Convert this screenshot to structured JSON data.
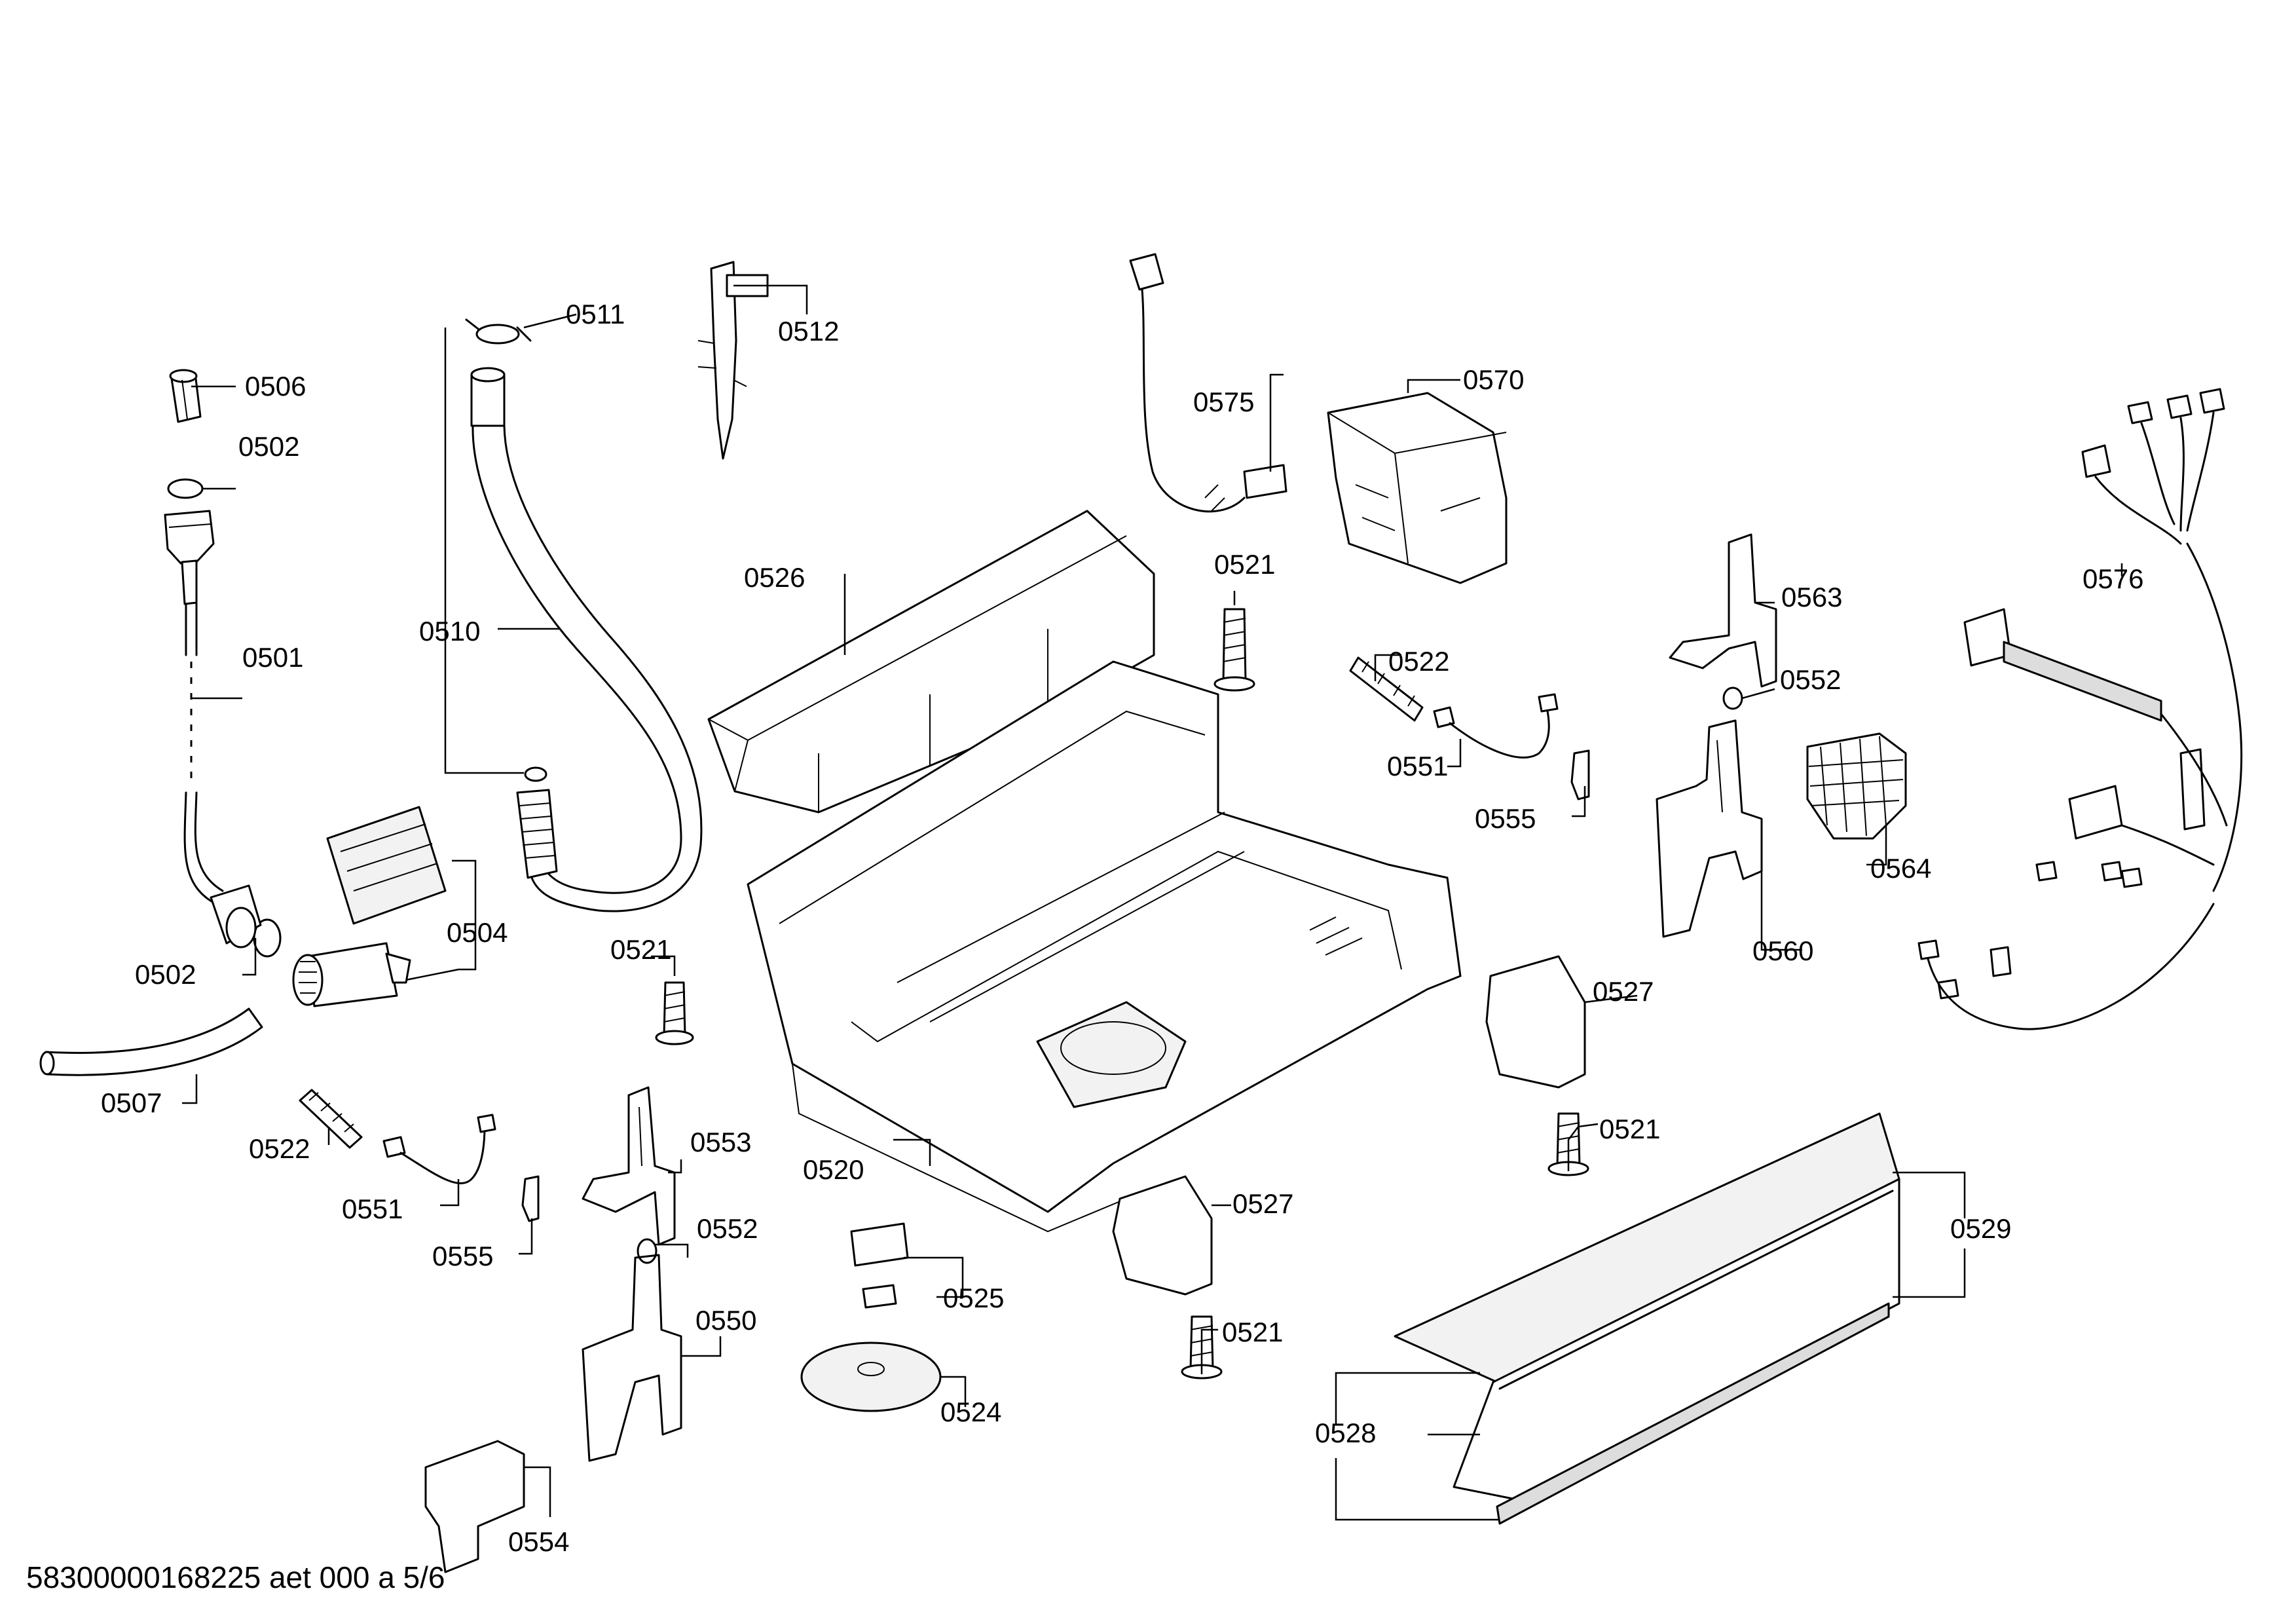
{
  "diagram": {
    "footer": "58300000168225 aet 000 a 5/6",
    "labels": {
      "0501": "0501",
      "0502": "0502",
      "0504": "0504",
      "0506": "0506",
      "0507": "0507",
      "0510": "0510",
      "0511": "0511",
      "0512": "0512",
      "0520": "0520",
      "0521": "0521",
      "0522": "0522",
      "0524": "0524",
      "0525": "0525",
      "0526": "0526",
      "0527": "0527",
      "0528": "0528",
      "0529": "0529",
      "0550": "0550",
      "0551": "0551",
      "0552": "0552",
      "0553": "0553",
      "0554": "0554",
      "0555": "0555",
      "0560": "0560",
      "0563": "0563",
      "0564": "0564",
      "0570": "0570",
      "0575": "0575",
      "0576": "0576"
    }
  }
}
